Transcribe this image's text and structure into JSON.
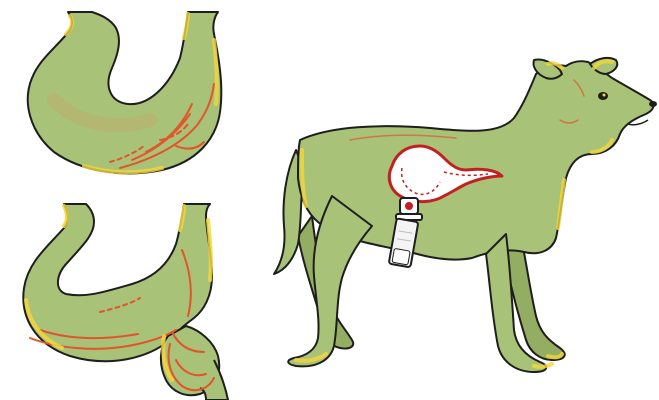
{
  "figure": {
    "panels": [
      {
        "name": "stomach-normal"
      },
      {
        "name": "stomach-with-pouch"
      },
      {
        "name": "dog-with-gastric-fistula"
      }
    ]
  },
  "colors": {
    "tissue_green": "#a8c277",
    "tissue_dark_green": "#93ad62",
    "vessel_red": "#e2552c",
    "highlight_yellow": "#f5d63b",
    "pouch_red": "#c42020",
    "outline": "#1e1e1e"
  }
}
